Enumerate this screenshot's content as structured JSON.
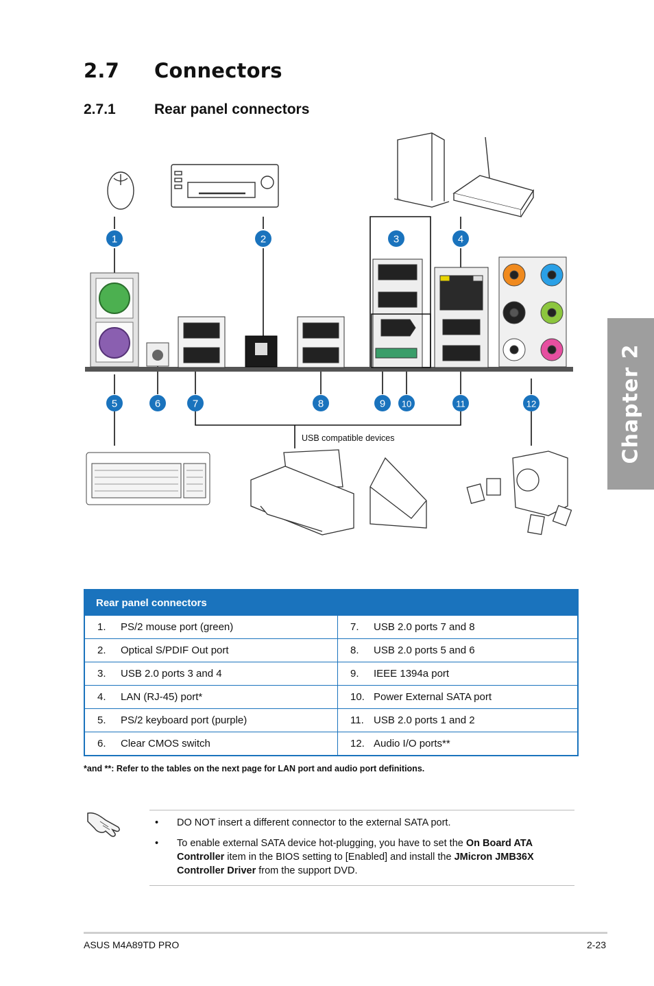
{
  "section": {
    "number": "2.7",
    "title": "Connectors"
  },
  "subsection": {
    "number": "2.7.1",
    "title": "Rear panel connectors"
  },
  "chapter_tab": "Chapter 2",
  "diagram": {
    "badges": [
      "1",
      "2",
      "3",
      "4",
      "5",
      "6",
      "7",
      "8",
      "9",
      "10",
      "11",
      "12"
    ],
    "usb_label": "USB compatible devices"
  },
  "table": {
    "header": "Rear panel connectors",
    "rows": [
      {
        "left_num": "1.",
        "left": "PS/2 mouse port (green)",
        "right_num": "7.",
        "right": "USB 2.0 ports 7 and 8"
      },
      {
        "left_num": "2.",
        "left": "Optical S/PDIF Out port",
        "right_num": "8.",
        "right": "USB 2.0 ports 5 and 6"
      },
      {
        "left_num": "3.",
        "left": "USB 2.0 ports 3 and 4",
        "right_num": "9.",
        "right": "IEEE 1394a port"
      },
      {
        "left_num": "4.",
        "left": "LAN (RJ-45) port*",
        "right_num": "10.",
        "right": "Power External SATA port"
      },
      {
        "left_num": "5.",
        "left": "PS/2 keyboard port (purple)",
        "right_num": "11.",
        "right": "USB 2.0 ports 1 and 2"
      },
      {
        "left_num": "6.",
        "left": "Clear CMOS switch",
        "right_num": "12.",
        "right": "Audio I/O ports**"
      }
    ]
  },
  "footnote": "*and **: Refer to the tables on the next page for LAN port and audio port definitions.",
  "note": {
    "bullet": "•",
    "item1": "DO NOT insert a different connector to the external SATA port.",
    "item2": {
      "t1": "To enable external SATA device hot-plugging, you have to set the ",
      "b1": "On Board ATA Controller",
      "t2": " item in the BIOS setting to [Enabled] and install the ",
      "b2": "JMicron JMB36X Controller Driver",
      "t3": " from the support DVD."
    }
  },
  "footer": {
    "left": "ASUS M4A89TD PRO",
    "right": "2-23"
  },
  "colors": {
    "accent_blue": "#1a73bd",
    "chapter_gray": "#9e9e9e",
    "ps2_green": "#4cb050",
    "ps2_purple": "#8a5fb0"
  },
  "icons": [
    "mouse-icon",
    "audio-receiver-icon",
    "usb-drive-icon",
    "wifi-router-icon",
    "keyboard-icon",
    "printer-icon",
    "scanner-icon",
    "speakers-icon",
    "note-hand-icon"
  ]
}
